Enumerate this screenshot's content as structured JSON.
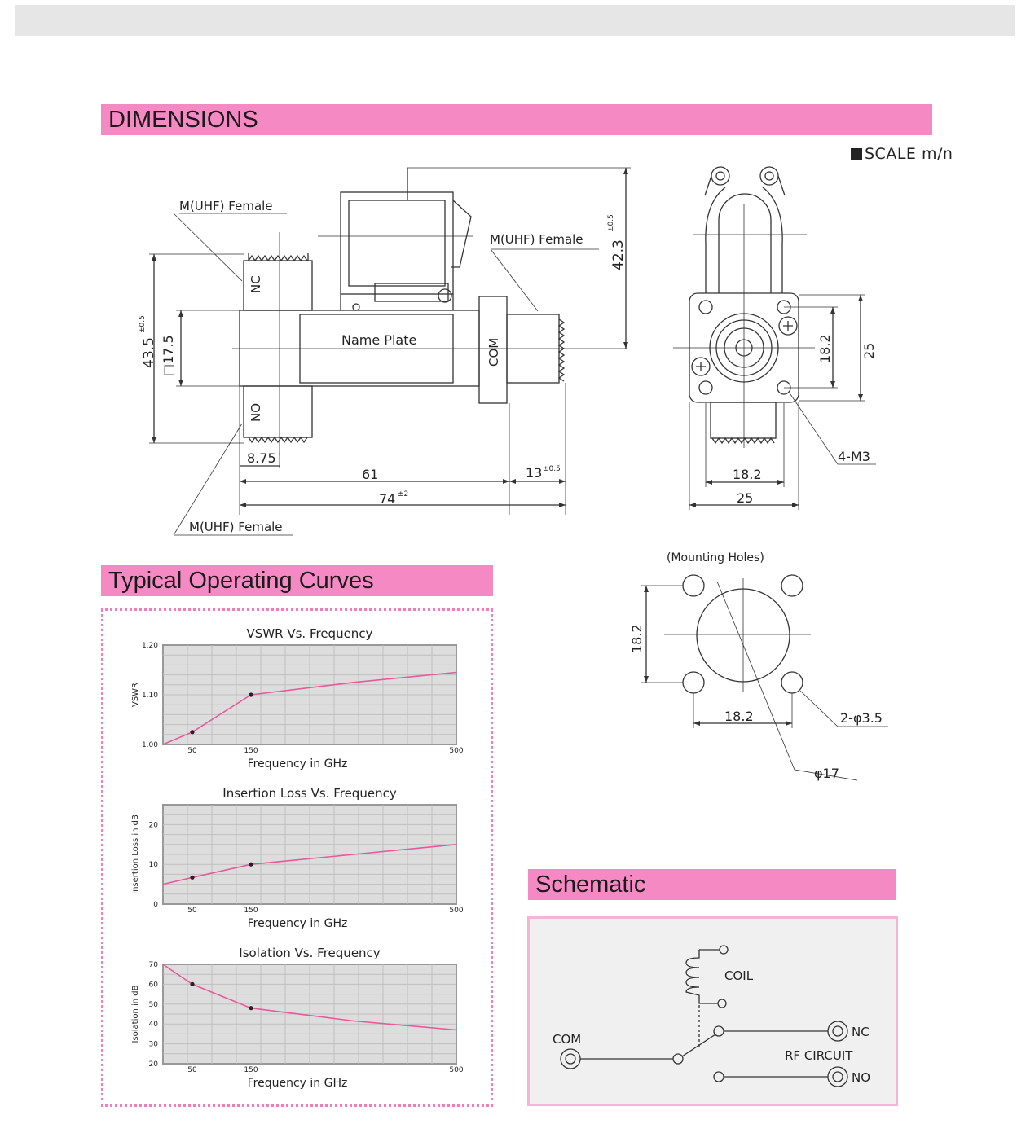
{
  "dimensions": {
    "title": "DIMENSIONS",
    "scale": "SCALE m/n",
    "labels": {
      "uhf_top": "M(UHF) Female",
      "uhf_right": "M(UHF) Female",
      "uhf_bottom": "M(UHF) Female",
      "nc": "NC",
      "no": "NO",
      "com": "COM",
      "name_plate": "Name  Plate",
      "height_total": "43.5",
      "height_tol": "±0.5",
      "square_17_5": "□17.5",
      "height_42_3": "42.3",
      "height_42_3_tol": "±0.5",
      "offset_8_75": "8.75",
      "length_61": "61",
      "length_13": "13",
      "length_13_tol": "±0.5",
      "length_74": "74",
      "length_74_tol": "±2",
      "side_18_2_v": "18.2",
      "side_25_v": "25",
      "side_18_2_h": "18.2",
      "side_25_h": "25",
      "screws": "4-M3"
    },
    "mounting": {
      "title": "(Mounting  Holes)",
      "dim_v": "18.2",
      "dim_h": "18.2",
      "holes": "2-φ3.5",
      "center": "φ17"
    }
  },
  "curves": {
    "title": "Typical Operating Curves"
  },
  "chart_data": [
    {
      "type": "line",
      "title": "VSWR Vs. Frequency",
      "xlabel": "Frequency in GHz",
      "ylabel": "VSWR",
      "x_ticks": [
        "50",
        "150",
        "500"
      ],
      "y_ticks": [
        "1.00",
        "1.10",
        "1.20"
      ],
      "ylim": [
        1.0,
        1.2
      ],
      "x_index": [
        0,
        1,
        2,
        3,
        4
      ],
      "y": [
        1.0,
        1.025,
        1.1,
        1.125,
        1.145
      ],
      "marker_index": [
        1,
        2
      ],
      "series_color": "#e8589a",
      "grid": true
    },
    {
      "type": "line",
      "title": "Insertion Loss Vs. Frequency",
      "xlabel": "Frequency in GHz",
      "ylabel": "Insertion Loss in dB",
      "x_ticks": [
        "50",
        "150",
        "500"
      ],
      "y_ticks": [
        "0",
        "10",
        "20"
      ],
      "ylim": [
        0,
        25
      ],
      "x_index": [
        0,
        1,
        2,
        3,
        4
      ],
      "y": [
        5,
        6.7,
        10,
        12.5,
        15
      ],
      "marker_index": [
        1,
        2
      ],
      "series_color": "#e8589a",
      "grid": true
    },
    {
      "type": "line",
      "title": "Isolation Vs. Frequency",
      "xlabel": "Frequency in GHz",
      "ylabel": "Isolation in dB",
      "x_ticks": [
        "50",
        "150",
        "500"
      ],
      "y_ticks": [
        "20",
        "30",
        "40",
        "50",
        "60",
        "70"
      ],
      "ylim": [
        20,
        70
      ],
      "x_index": [
        0,
        1,
        2,
        3,
        4
      ],
      "y": [
        70,
        60,
        48,
        41.5,
        37
      ],
      "marker_index": [
        1,
        2
      ],
      "series_color": "#e8589a",
      "grid": true
    }
  ],
  "schematic": {
    "title": "Schematic",
    "coil": "COIL",
    "com": "COM",
    "nc": "NC",
    "rf_circuit": "RF CIRCUIT",
    "no": "NO"
  }
}
